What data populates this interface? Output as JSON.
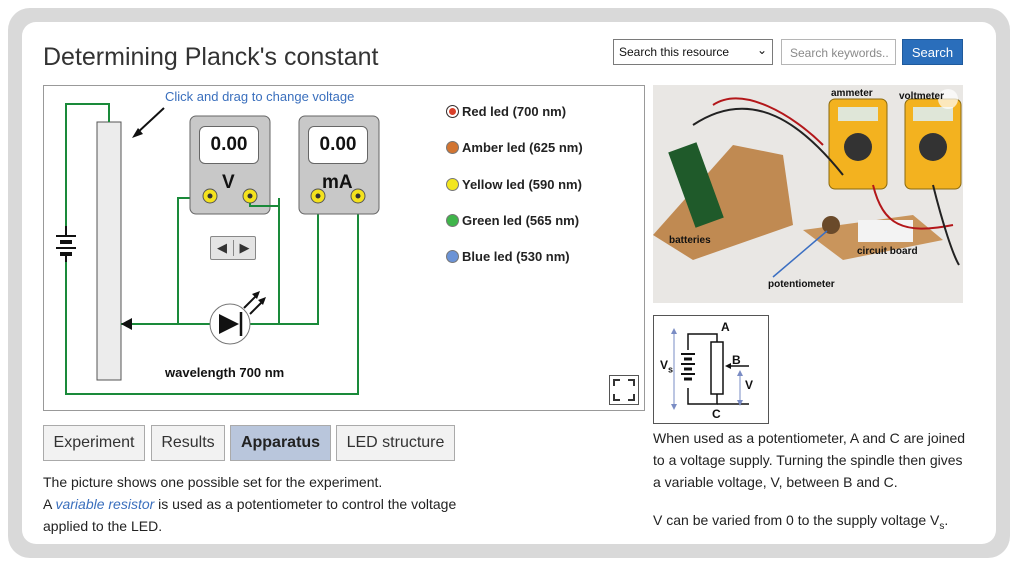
{
  "page": {
    "title": "Determining Planck's constant"
  },
  "search": {
    "scope_selected": "Search this resource",
    "placeholder": "Search keywords..",
    "button_label": "Search"
  },
  "simulation": {
    "hint": "Click and drag to change voltage",
    "voltmeter": {
      "value": "0.00",
      "unit": "V"
    },
    "ammeter": {
      "value": "0.00",
      "unit": "mA"
    },
    "led_options": [
      {
        "label": "Red led (700 nm)",
        "color": "#d8402a",
        "selected": true
      },
      {
        "label": "Amber led (625 nm)",
        "color": "#d27532"
      },
      {
        "label": "Yellow led (590 nm)",
        "color": "#f2e61e"
      },
      {
        "label": "Green led (565 nm)",
        "color": "#3fb54a"
      },
      {
        "label": "Blue led (530 nm)",
        "color": "#6b93d6"
      }
    ],
    "wavelength_label": "wavelength 700 nm",
    "colors": {
      "wire": "#1a8a3a",
      "meter_body": "#c8c8c8",
      "terminal": "#f4e21d"
    }
  },
  "tabs": [
    {
      "label": "Experiment",
      "active": false
    },
    {
      "label": "Results",
      "active": false
    },
    {
      "label": "Apparatus",
      "active": true
    },
    {
      "label": "LED structure",
      "active": false
    }
  ],
  "description": {
    "line1": "The picture shows one possible set for the experiment.",
    "line2_pre": "A ",
    "line2_link": "variable resistor",
    "line2_post": " is used as a potentiometer to control the voltage",
    "line3": "applied to the LED."
  },
  "photo": {
    "labels": {
      "ammeter": "ammeter",
      "voltmeter": "voltmeter",
      "batteries": "batteries",
      "circuit_board": "circuit board",
      "potentiometer": "potentiometer"
    }
  },
  "diagram": {
    "label_a": "A",
    "label_b": "B",
    "label_c": "C",
    "label_vs": "Vs",
    "label_v": "V"
  },
  "explanation": {
    "para1_line1": "When used as a potentiometer, A and C are joined",
    "para1_line2": "to a voltage supply. Turning the spindle then gives",
    "para1_line3": "a variable voltage, V, between B and C.",
    "para2": "V can be varied from 0 to the supply voltage Vs."
  }
}
